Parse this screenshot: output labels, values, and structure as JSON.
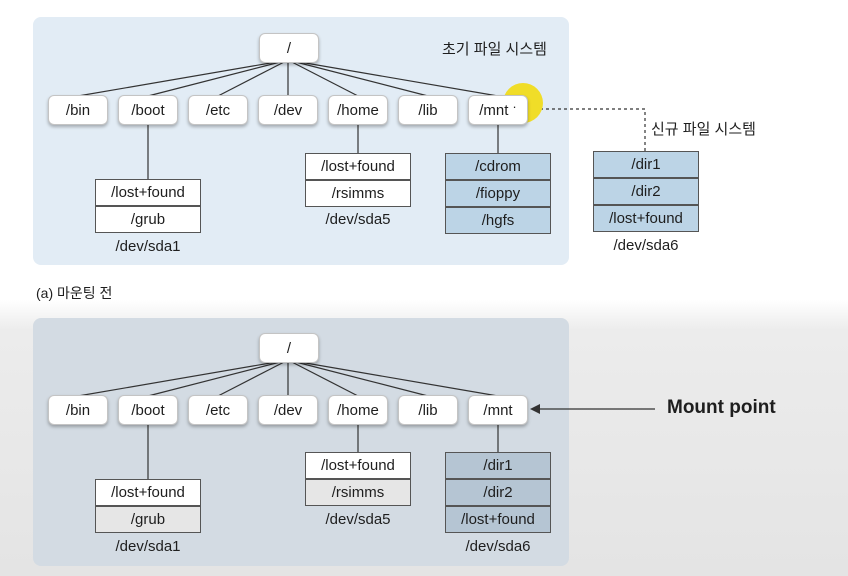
{
  "before": {
    "fs_title": "초기 파일 시스템",
    "root": "/",
    "dirs": [
      "/bin",
      "/boot",
      "/etc",
      "/dev",
      "/home",
      "/lib",
      "/mnt"
    ],
    "sda1": {
      "items": [
        "/lost+found",
        "/grub"
      ],
      "device": "/dev/sda1"
    },
    "sda5": {
      "items": [
        "/lost+found",
        "/rsimms"
      ],
      "device": "/dev/sda5"
    },
    "mnt_children": [
      "/cdrom",
      "/fioppy",
      "/hgfs"
    ],
    "new_fs": {
      "title": "신규 파일 시스템",
      "items": [
        "/dir1",
        "/dir2",
        "/lost+found"
      ],
      "device": "/dev/sda6"
    },
    "caption": "(a) 마운팅 전",
    "marker": "·"
  },
  "after": {
    "root": "/",
    "dirs": [
      "/bin",
      "/boot",
      "/etc",
      "/dev",
      "/home",
      "/lib",
      "/mnt"
    ],
    "sda1": {
      "items": [
        "/lost+found",
        "/grub"
      ],
      "device": "/dev/sda1"
    },
    "sda5": {
      "items": [
        "/lost+found",
        "/rsimms"
      ],
      "device": "/dev/sda5"
    },
    "mounted": {
      "items": [
        "/dir1",
        "/dir2",
        "/lost+found"
      ],
      "device": "/dev/sda6"
    },
    "mount_point_label": "Mount point"
  },
  "colors": {
    "panel_before": "#e2ecf5",
    "panel_after": "#d3dbe3",
    "mnt_children_fill": "#bcd4e6",
    "mounted_fill": "#b5c5d3",
    "cursor_highlight": "#f0dd28"
  }
}
